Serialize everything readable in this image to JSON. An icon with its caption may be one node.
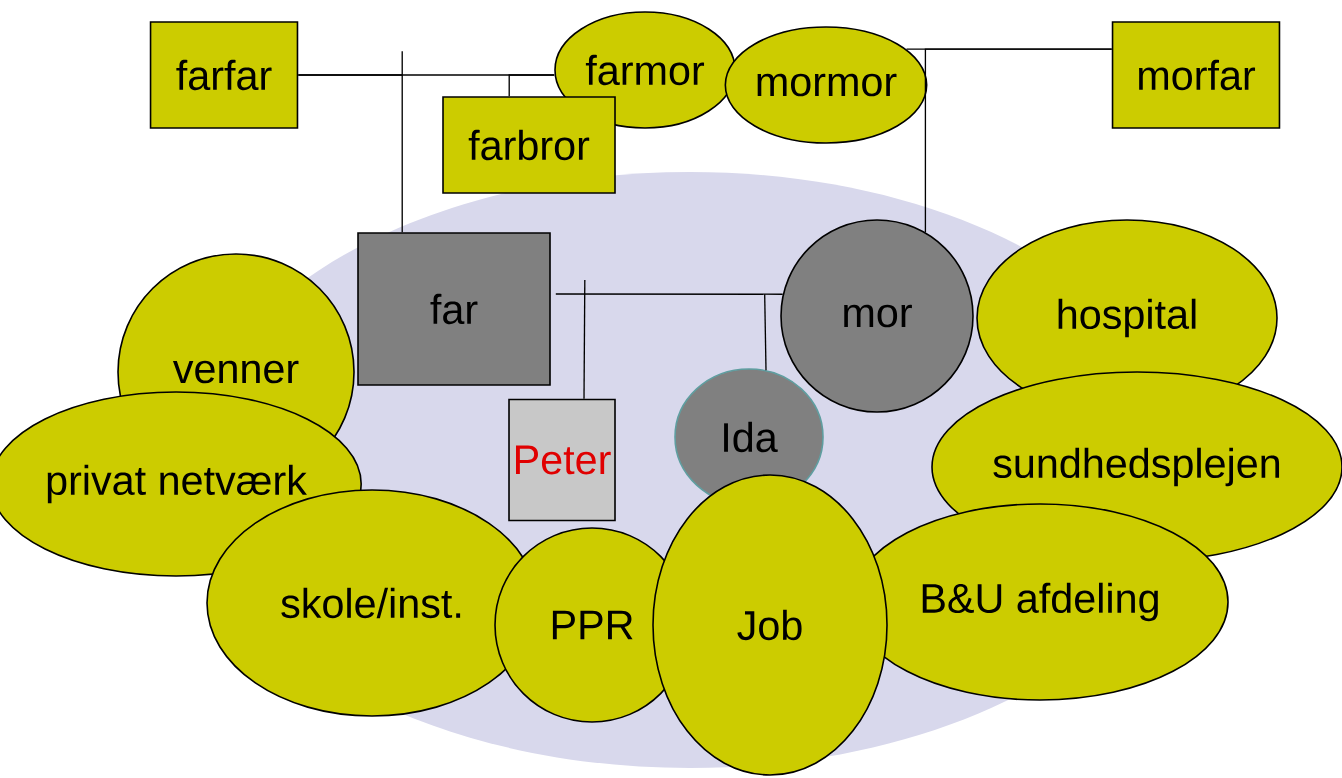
{
  "diagram": {
    "nodes": [
      {
        "text": [
          "farfar"
        ]
      },
      {
        "text": [
          "farmor"
        ]
      },
      {
        "text": [
          "mormor"
        ]
      },
      {
        "text": [
          "morfar"
        ]
      },
      {
        "text": [
          "farbror"
        ]
      },
      {
        "text": [
          "far"
        ]
      },
      {
        "text": [
          "mor"
        ]
      },
      {
        "text": [
          "hospital"
        ]
      },
      {
        "text": [
          "venner"
        ]
      },
      {
        "text": [
          "privat netværk"
        ]
      },
      {
        "text": [
          "Peter"
        ]
      },
      {
        "text": [
          "Ida"
        ]
      },
      {
        "text": [
          "sundhedsplejen"
        ]
      },
      {
        "text": [
          "skole/inst."
        ]
      },
      {
        "text": [
          "PPR"
        ]
      },
      {
        "text": [
          "Job"
        ]
      },
      {
        "text": [
          "B&U afdeling"
        ]
      }
    ],
    "edges": [
      {
        "from": 0,
        "to": 1,
        "arrow": "none"
      },
      {
        "from": 1,
        "to": 4,
        "arrow": "none"
      },
      {
        "from": 0,
        "to": 5,
        "arrow": "none"
      },
      {
        "from": 2,
        "to": 3,
        "arrow": "none"
      },
      {
        "from": 3,
        "to": 6,
        "arrow": "none"
      },
      {
        "from": 5,
        "to": 6,
        "arrow": "none"
      },
      {
        "from": 5,
        "to": 10,
        "arrow": "none"
      },
      {
        "from": 6,
        "to": 11,
        "arrow": "none"
      }
    ]
  }
}
